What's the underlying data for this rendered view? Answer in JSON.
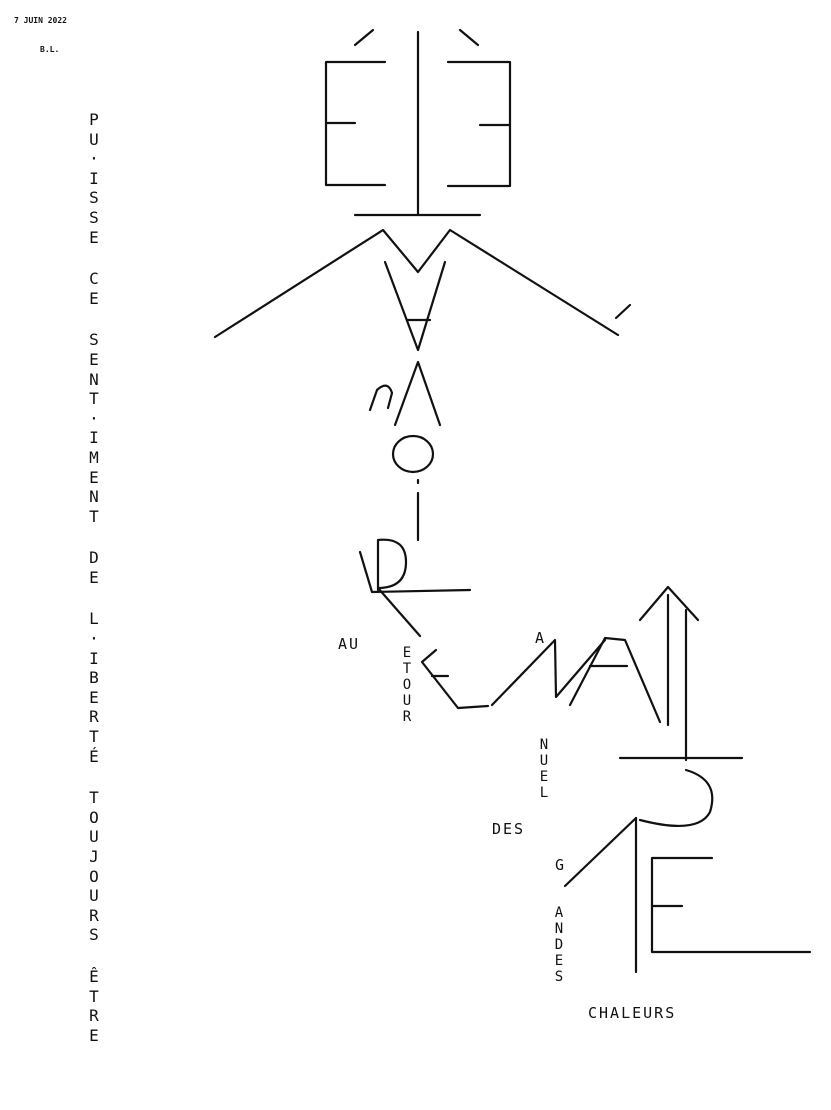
{
  "header": {
    "date": "7 JUIN 2022",
    "initials": "B.L."
  },
  "vertical_phrase": "PUISSE CE SENTIMENT DE LIBERTÉ TOUJOURS ÊTRE",
  "vertical_columns": [
    "P\nU\n·\nI\nS\nS\nE",
    "C\nE",
    "S\nE\nN\nT\n·\nI\nM\nE\nN\nT",
    "D\nE",
    "L\n·\nI\nB\nE\nR\nT\nÉ",
    "T\nO\nU\nJ\nO\nU\nR\nS",
    "Ê\nT\nR\nE"
  ],
  "poem": {
    "au": "AU",
    "etour": "E\nT\nO\nU\nR",
    "a": "A",
    "nuel": "N\nU\nE\nL",
    "des": "DES",
    "g": "G",
    "andes": "A\nN\nD\nE\nS",
    "chaleurs": "CHALEURS"
  }
}
